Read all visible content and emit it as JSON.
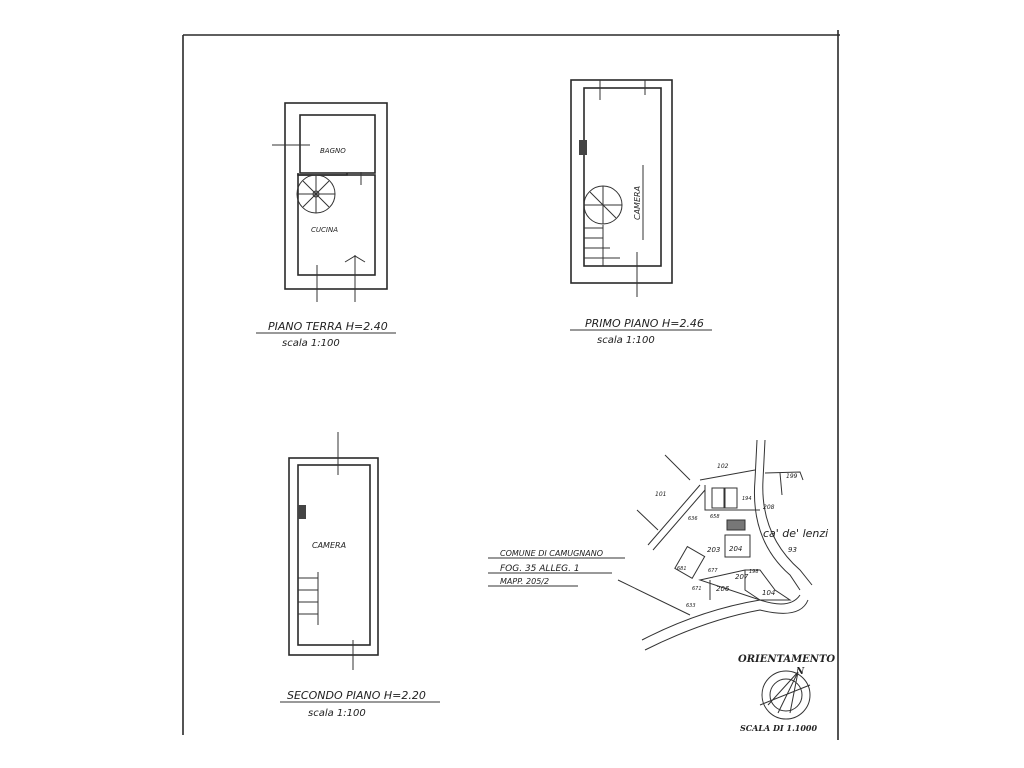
{
  "plans": {
    "ground": {
      "title": "PIANO TERRA H=2.40",
      "scale": "scala 1:100",
      "rooms": [
        "BAGNO",
        "CUCINA"
      ]
    },
    "first": {
      "title": "PRIMO PIANO H=2.46",
      "scale": "scala 1:100",
      "rooms": [
        "CAMERA"
      ]
    },
    "second": {
      "title": "SECONDO PIANO H=2.20",
      "scale": "scala 1:100",
      "rooms": [
        "CAMERA"
      ]
    }
  },
  "cadastral": {
    "comune": "COMUNE DI CAMUGNANO",
    "foglio": "FOG. 35 ALLEG. 1",
    "mappale": "MAPP. 205/2",
    "locality": "ca' de' lenzi",
    "parcels": [
      "102",
      "101",
      "199",
      "208",
      "93",
      "203",
      "204",
      "207",
      "206",
      "104",
      "636",
      "658",
      "677",
      "633",
      "671",
      "681",
      "194",
      "198"
    ],
    "orientation_label": "ORIENTAMENTO",
    "north": "N",
    "scale": "SCALA DI 1.1000"
  }
}
